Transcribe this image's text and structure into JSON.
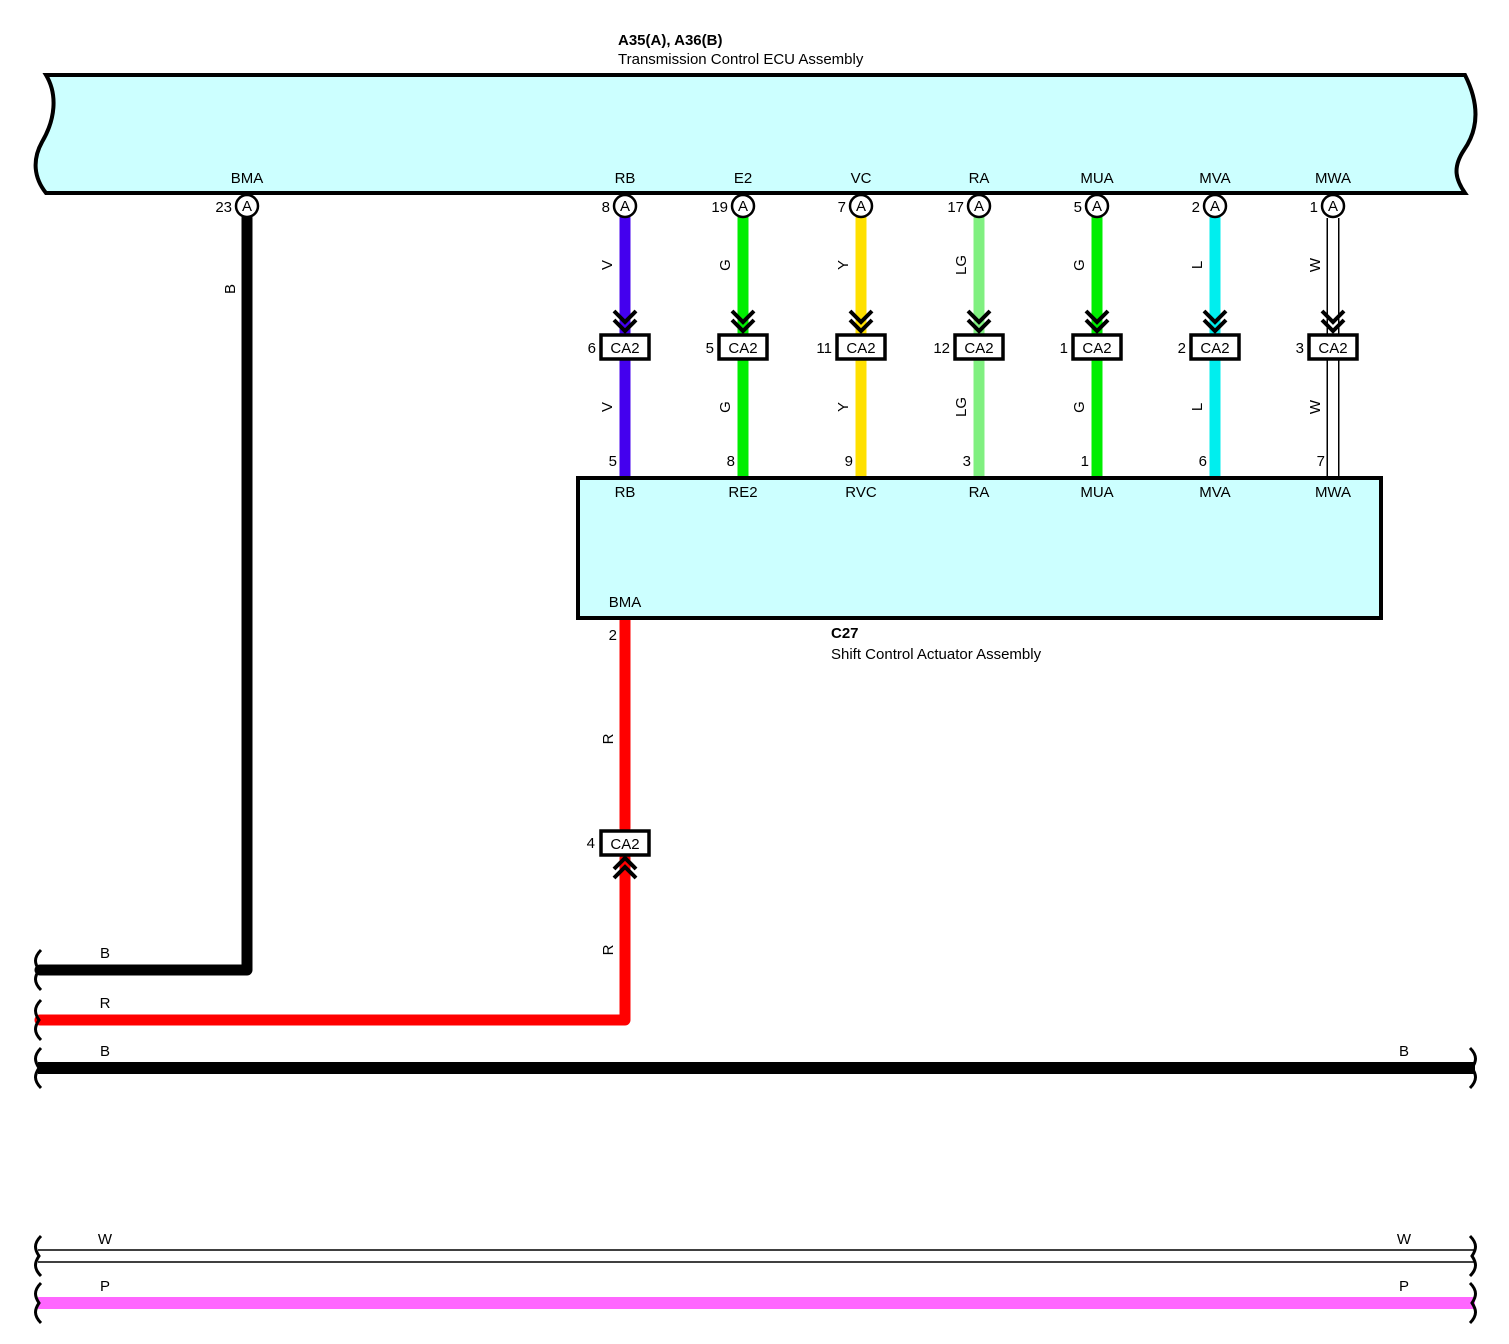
{
  "ecu": {
    "code": "A35(A), A36(B)",
    "name": "Transmission Control ECU Assembly",
    "fill": "#ccffff",
    "connector_letter": "A"
  },
  "actuator": {
    "code": "C27",
    "name": "Shift Control Actuator Assembly",
    "fill": "#ccffff",
    "bma_pin_label": "BMA",
    "bma_pin": "2"
  },
  "bma_wire": {
    "ecu_pin_name": "BMA",
    "ecu_pin": "23",
    "color_code": "B",
    "color": "#000000"
  },
  "signal_wires": [
    {
      "ecu_pin_name": "RB",
      "ecu_pin": "8",
      "color_code": "V",
      "color": "#4400ee",
      "junction": "CA2",
      "junction_pin": "6",
      "act_pin": "5",
      "act_pin_name": "RB"
    },
    {
      "ecu_pin_name": "E2",
      "ecu_pin": "19",
      "color_code": "G",
      "color": "#00ee00",
      "junction": "CA2",
      "junction_pin": "5",
      "act_pin": "8",
      "act_pin_name": "RE2"
    },
    {
      "ecu_pin_name": "VC",
      "ecu_pin": "7",
      "color_code": "Y",
      "color": "#ffe000",
      "junction": "CA2",
      "junction_pin": "11",
      "act_pin": "9",
      "act_pin_name": "RVC"
    },
    {
      "ecu_pin_name": "RA",
      "ecu_pin": "17",
      "color_code": "LG",
      "color": "#80f080",
      "junction": "CA2",
      "junction_pin": "12",
      "act_pin": "3",
      "act_pin_name": "RA"
    },
    {
      "ecu_pin_name": "MUA",
      "ecu_pin": "5",
      "color_code": "G",
      "color": "#00ee00",
      "junction": "CA2",
      "junction_pin": "1",
      "act_pin": "1",
      "act_pin_name": "MUA"
    },
    {
      "ecu_pin_name": "MVA",
      "ecu_pin": "2",
      "color_code": "L",
      "color": "#00eeee",
      "junction": "CA2",
      "junction_pin": "2",
      "act_pin": "6",
      "act_pin_name": "MVA"
    },
    {
      "ecu_pin_name": "MWA",
      "ecu_pin": "1",
      "color_code": "W",
      "color": "#ffffff",
      "junction": "CA2",
      "junction_pin": "3",
      "act_pin": "7",
      "act_pin_name": "MWA"
    }
  ],
  "actuator_feed": {
    "color_code": "R",
    "color": "#ff0000",
    "junction": "CA2",
    "junction_pin": "4"
  },
  "bus_lines": [
    {
      "color_code": "B",
      "color": "#000000"
    },
    {
      "color_code": "R",
      "color": "#ff0000"
    },
    {
      "color_code": "B",
      "color": "#000000",
      "right_label": "B"
    },
    {
      "color_code": "W",
      "color": "#ffffff",
      "right_label": "W"
    },
    {
      "color_code": "P",
      "color": "#ff66ff",
      "right_label": "P"
    }
  ]
}
